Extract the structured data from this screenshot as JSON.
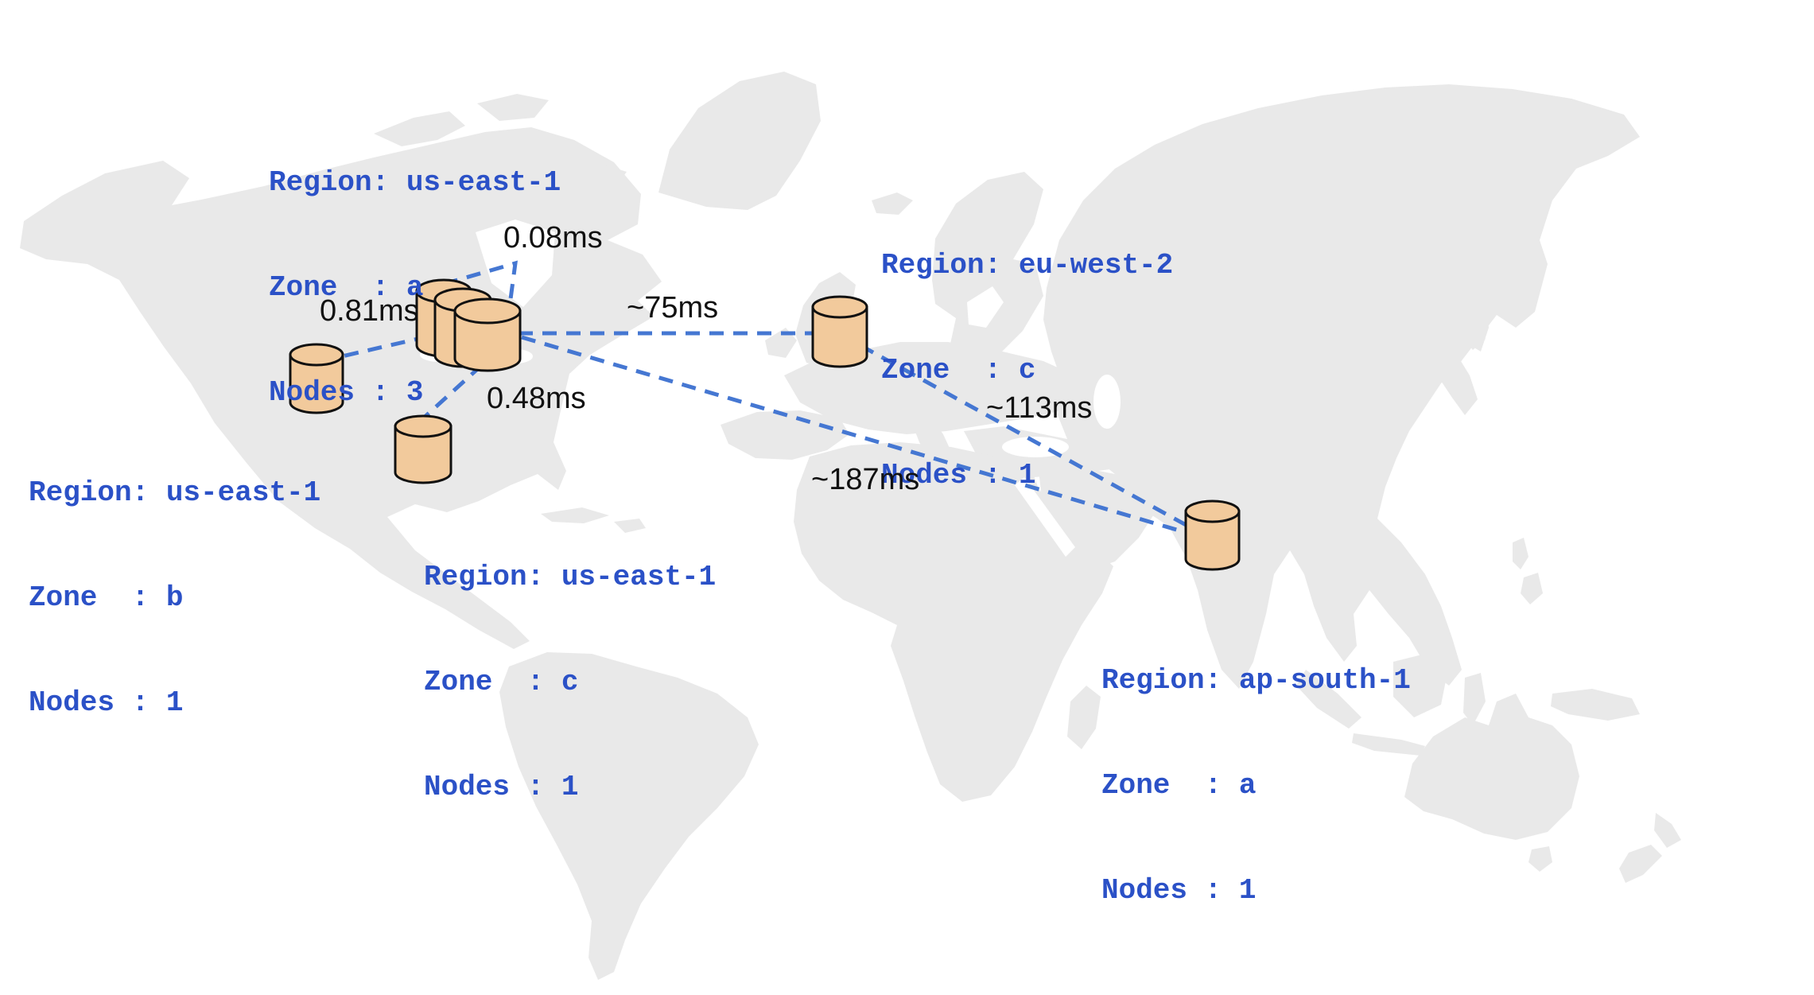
{
  "diagram": {
    "kind": "multi-region database deployment latency map",
    "colors": {
      "label_text": "#2b51c7",
      "latency_text": "#111111",
      "link": "#4577d2",
      "cylinder_fill": "#f2ca9c",
      "cylinder_stroke": "#111111",
      "land": "#e9e9e9",
      "ocean": "#ffffff"
    },
    "clusters": [
      {
        "id": "us-east-1-a",
        "region": "us-east-1",
        "zone": "a",
        "nodes": "3",
        "label_lines": [
          "Region: us-east-1",
          "Zone  : a",
          "Nodes : 3"
        ]
      },
      {
        "id": "us-east-1-b",
        "region": "us-east-1",
        "zone": "b",
        "nodes": "1",
        "label_lines": [
          "Region: us-east-1",
          "Zone  : b",
          "Nodes : 1"
        ]
      },
      {
        "id": "us-east-1-c",
        "region": "us-east-1",
        "zone": "c",
        "nodes": "1",
        "label_lines": [
          "Region: us-east-1",
          "Zone  : c",
          "Nodes : 1"
        ]
      },
      {
        "id": "eu-west-2-c",
        "region": "eu-west-2",
        "zone": "c",
        "nodes": "1",
        "label_lines": [
          "Region: eu-west-2",
          "Zone  : c",
          "Nodes : 1"
        ]
      },
      {
        "id": "ap-south-1-a",
        "region": "ap-south-1",
        "zone": "a",
        "nodes": "1",
        "label_lines": [
          "Region: ap-south-1",
          "Zone  : a",
          "Nodes : 1"
        ]
      }
    ],
    "links": [
      {
        "from": "us-east-1-a",
        "to": "us-east-1-a",
        "latency": "0.08ms"
      },
      {
        "from": "us-east-1-b",
        "to": "us-east-1-a",
        "latency": "0.81ms"
      },
      {
        "from": "us-east-1-c",
        "to": "us-east-1-a",
        "latency": "0.48ms"
      },
      {
        "from": "us-east-1-a",
        "to": "eu-west-2-c",
        "latency": "~75ms"
      },
      {
        "from": "eu-west-2-c",
        "to": "ap-south-1-a",
        "latency": "~113ms"
      },
      {
        "from": "us-east-1-a",
        "to": "ap-south-1-a",
        "latency": "~187ms"
      }
    ]
  }
}
